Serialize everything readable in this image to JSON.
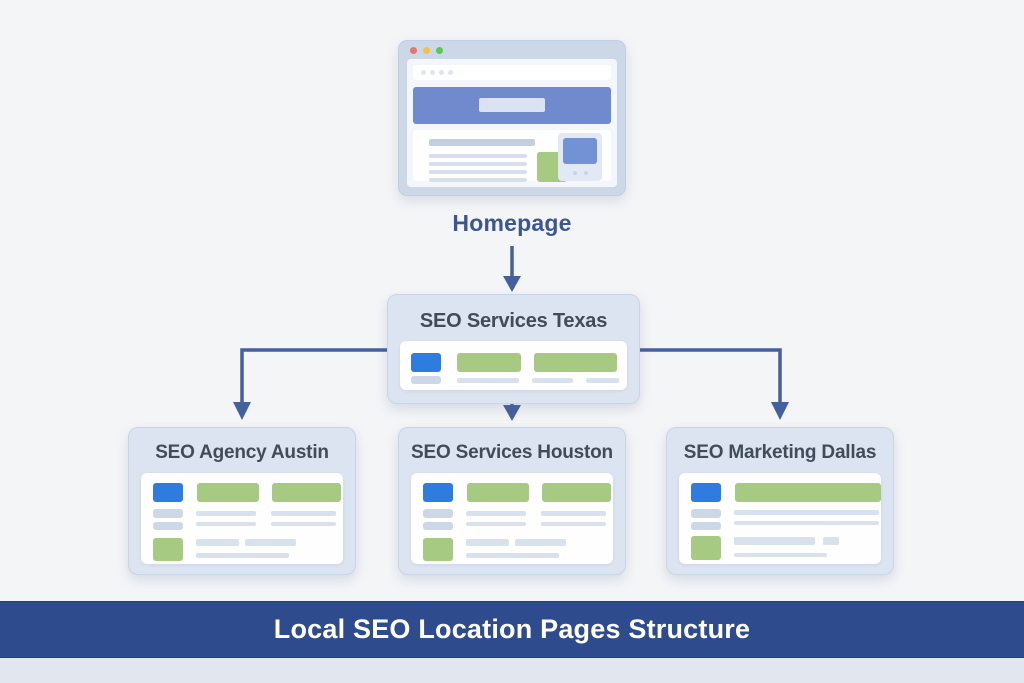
{
  "diagram": {
    "homepage": {
      "label": "Homepage"
    },
    "parent": {
      "title": "SEO Services Texas"
    },
    "children": [
      {
        "title": "SEO Agency Austin"
      },
      {
        "title": "SEO Services Houston"
      },
      {
        "title": "SEO Marketing Dallas"
      }
    ]
  },
  "banner": {
    "title": "Local SEO Location Pages Structure"
  },
  "colors": {
    "page_background": "#f4f5f7",
    "card_background": "#dce4f1",
    "panel_background": "#fefefe",
    "accent_blue": "#2e7ce0",
    "soft_green": "#a6ca81",
    "gray_bar": "#ccd8e7",
    "light_line": "#d8e1ec",
    "arrow": "#44609e",
    "homepage_label_text": "#3d5692",
    "card_title_text": "#414b5a",
    "banner_background": "#2d4b8d",
    "banner_text": "#ffffff",
    "browser_frame": "#ccd8e8",
    "browser_hero_blue": "#7189cd",
    "traffic_light_red": "#e8746b",
    "traffic_light_yellow": "#f2c14b",
    "traffic_light_green": "#58ca52"
  }
}
